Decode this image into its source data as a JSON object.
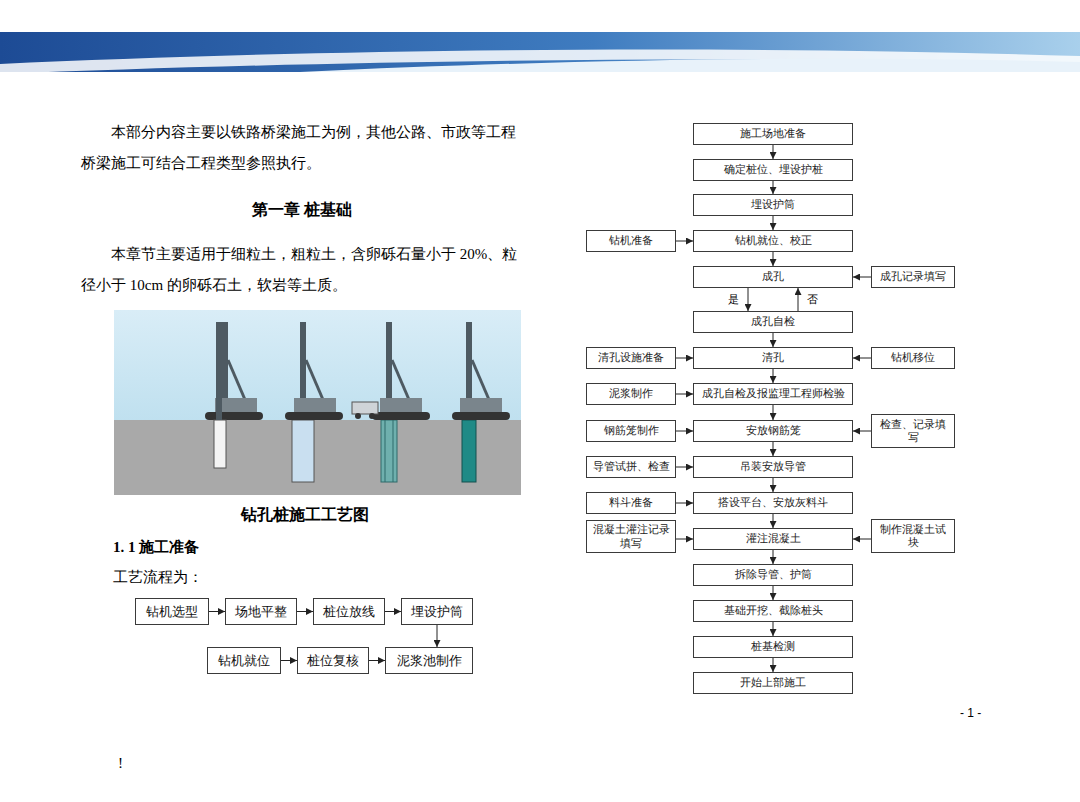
{
  "diagram": {
    "title": "第一章 桩基础",
    "caption": "钻孔桩施工工艺图",
    "nodes": [
      {
        "text": [
          "钻机选型"
        ]
      },
      {
        "text": [
          "场地平整"
        ]
      },
      {
        "text": [
          "桩位放线"
        ]
      },
      {
        "text": [
          "埋设护筒"
        ]
      },
      {
        "text": [
          "钻机就位"
        ]
      },
      {
        "text": [
          "桩位复核"
        ]
      },
      {
        "text": [
          "泥浆池制作"
        ]
      },
      {
        "text": [
          "施工场地准备"
        ]
      },
      {
        "text": [
          "确定桩位、埋设护桩"
        ]
      },
      {
        "text": [
          "埋设护筒"
        ]
      },
      {
        "text": [
          "钻机就位、校正"
        ]
      },
      {
        "text": [
          "成孔"
        ]
      },
      {
        "text": [
          "成孔自检"
        ]
      },
      {
        "text": [
          "清孔"
        ]
      },
      {
        "text": [
          "成孔自检及报监理工程师检验"
        ]
      },
      {
        "text": [
          "安放钢筋笼"
        ]
      },
      {
        "text": [
          "吊装安放导管"
        ]
      },
      {
        "text": [
          "搭设平台、安放灰料斗"
        ]
      },
      {
        "text": [
          "灌注混凝土"
        ]
      },
      {
        "text": [
          "拆除导管、护筒"
        ]
      },
      {
        "text": [
          "基础开挖、截除桩头"
        ]
      },
      {
        "text": [
          "桩基检测"
        ]
      },
      {
        "text": [
          "开始上部施工"
        ]
      },
      {
        "text": [
          "钻机准备"
        ]
      },
      {
        "text": [
          "清孔设施准备"
        ]
      },
      {
        "text": [
          "泥浆制作"
        ]
      },
      {
        "text": [
          "钢筋笼制作"
        ]
      },
      {
        "text": [
          "导管试拼、检查"
        ]
      },
      {
        "text": [
          "料斗准备"
        ]
      },
      {
        "text": [
          "混凝土灌注记录填写"
        ]
      },
      {
        "text": [
          "成孔记录填写"
        ]
      },
      {
        "text": [
          "钻机移位"
        ]
      },
      {
        "text": [
          "检查、记录填写"
        ]
      },
      {
        "text": [
          "制作混凝土试块"
        ]
      }
    ],
    "edges": [
      {
        "from": 0,
        "to": 1,
        "arrow": "to"
      },
      {
        "from": 1,
        "to": 2,
        "arrow": "to"
      },
      {
        "from": 2,
        "to": 3,
        "arrow": "to"
      },
      {
        "from": 3,
        "to": 6,
        "arrow": "to"
      },
      {
        "from": 4,
        "to": 5,
        "arrow": "to"
      },
      {
        "from": 5,
        "to": 6,
        "arrow": "to"
      },
      {
        "from": 7,
        "to": 8,
        "arrow": "to"
      },
      {
        "from": 8,
        "to": 9,
        "arrow": "to"
      },
      {
        "from": 9,
        "to": 10,
        "arrow": "to"
      },
      {
        "from": 10,
        "to": 11,
        "arrow": "to"
      },
      {
        "from": 11,
        "to": 12,
        "arrow": "to",
        "label": "是"
      },
      {
        "from": 12,
        "to": 11,
        "arrow": "to",
        "label": "否"
      },
      {
        "from": 12,
        "to": 13,
        "arrow": "to"
      },
      {
        "from": 13,
        "to": 14,
        "arrow": "to"
      },
      {
        "from": 14,
        "to": 15,
        "arrow": "to"
      },
      {
        "from": 15,
        "to": 16,
        "arrow": "to"
      },
      {
        "from": 16,
        "to": 17,
        "arrow": "to"
      },
      {
        "from": 17,
        "to": 18,
        "arrow": "to"
      },
      {
        "from": 18,
        "to": 19,
        "arrow": "to"
      },
      {
        "from": 19,
        "to": 20,
        "arrow": "to"
      },
      {
        "from": 20,
        "to": 21,
        "arrow": "to"
      },
      {
        "from": 21,
        "to": 22,
        "arrow": "to"
      },
      {
        "from": 23,
        "to": 10,
        "arrow": "to"
      },
      {
        "from": 24,
        "to": 13,
        "arrow": "to"
      },
      {
        "from": 25,
        "to": 14,
        "arrow": "to"
      },
      {
        "from": 26,
        "to": 15,
        "arrow": "to"
      },
      {
        "from": 27,
        "to": 16,
        "arrow": "to"
      },
      {
        "from": 28,
        "to": 17,
        "arrow": "to"
      },
      {
        "from": 29,
        "to": 18,
        "arrow": "to"
      },
      {
        "from": 30,
        "to": 11,
        "arrow": "to"
      },
      {
        "from": 31,
        "to": 13,
        "arrow": "to"
      },
      {
        "from": 32,
        "to": 15,
        "arrow": "to"
      },
      {
        "from": 33,
        "to": 18,
        "arrow": "to"
      }
    ],
    "labels": [
      "本部分内容主要以铁路桥梁施工为例，其他公路、市政等工程桥梁施工可结合工程类型参照执行。",
      "本章节主要适用于细粒土，粗粒土，含卵砾石量小于 20%、粒径小于 10cm 的卵砾石土，软岩等土质。",
      "1. 1 施工准备",
      "工艺流程为：",
      "- 1 -",
      "!"
    ]
  }
}
